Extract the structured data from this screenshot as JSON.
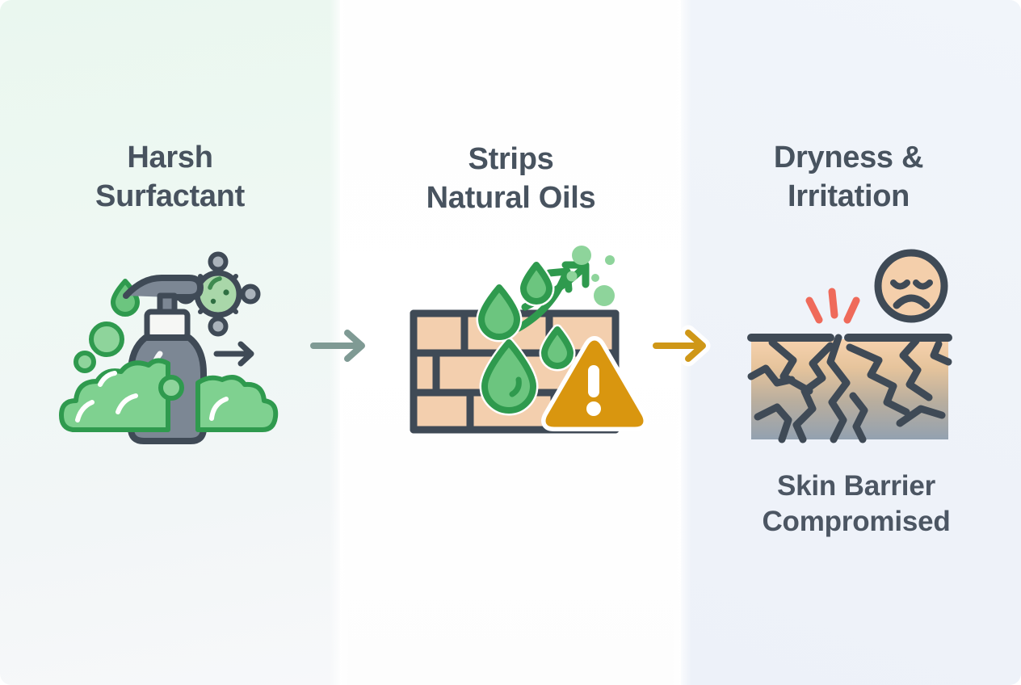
{
  "diagram": {
    "type": "process-flow",
    "orientation": "horizontal",
    "step_count": 3,
    "background_colors": {
      "panel_left": "#eaf7ef",
      "panel_middle": "#ffffff",
      "panel_right": "#eff3f9"
    },
    "palette": {
      "heading_text": "#48535f",
      "caption_text": "#4c5663",
      "green": "#3faa5e",
      "green_light": "#8ed49b",
      "slate": "#3f4a56",
      "slate_fill": "#7c8794",
      "brick": "#f3cfae",
      "amber": "#d9960f",
      "skin": "#f4cfab",
      "red": "#ef6a5a",
      "arrow_1": "#7f9a94",
      "arrow_2": "#cf9717"
    }
  },
  "steps": [
    {
      "index": 1,
      "title": "Harsh\nSurfactant",
      "caption": "",
      "icon_name": "soap-dispenser-with-foam-and-germ-illustration",
      "icon_parts": [
        "pump-bottle-icon",
        "foam-bubbles-icon",
        "green-droplet-icon",
        "germ-icon",
        "small-right-arrow-icon"
      ]
    },
    {
      "index": 2,
      "title": "Strips\nNatural Oils",
      "caption": "",
      "icon_name": "brick-wall-with-escaping-oil-droplets-illustration",
      "icon_parts": [
        "brick-wall-icon",
        "oil-droplet-icon",
        "rising-arrows-icon",
        "floating-bubbles-icon",
        "warning-triangle-icon"
      ]
    },
    {
      "index": 3,
      "title": "Dryness &\nIrritation",
      "caption": "Skin Barrier\nCompromised",
      "icon_name": "cracked-skin-layer-with-sad-face-illustration",
      "icon_parts": [
        "cracked-skin-block-icon",
        "crack-lines-icon",
        "pain-spark-icon",
        "sad-face-icon"
      ]
    }
  ],
  "connectors": [
    {
      "index": 1,
      "icon_name": "arrow-right-icon",
      "color": "#7f9a94",
      "from_step": 1,
      "to_step": 2
    },
    {
      "index": 2,
      "icon_name": "arrow-right-icon",
      "color": "#cf9717",
      "from_step": 2,
      "to_step": 3
    }
  ]
}
